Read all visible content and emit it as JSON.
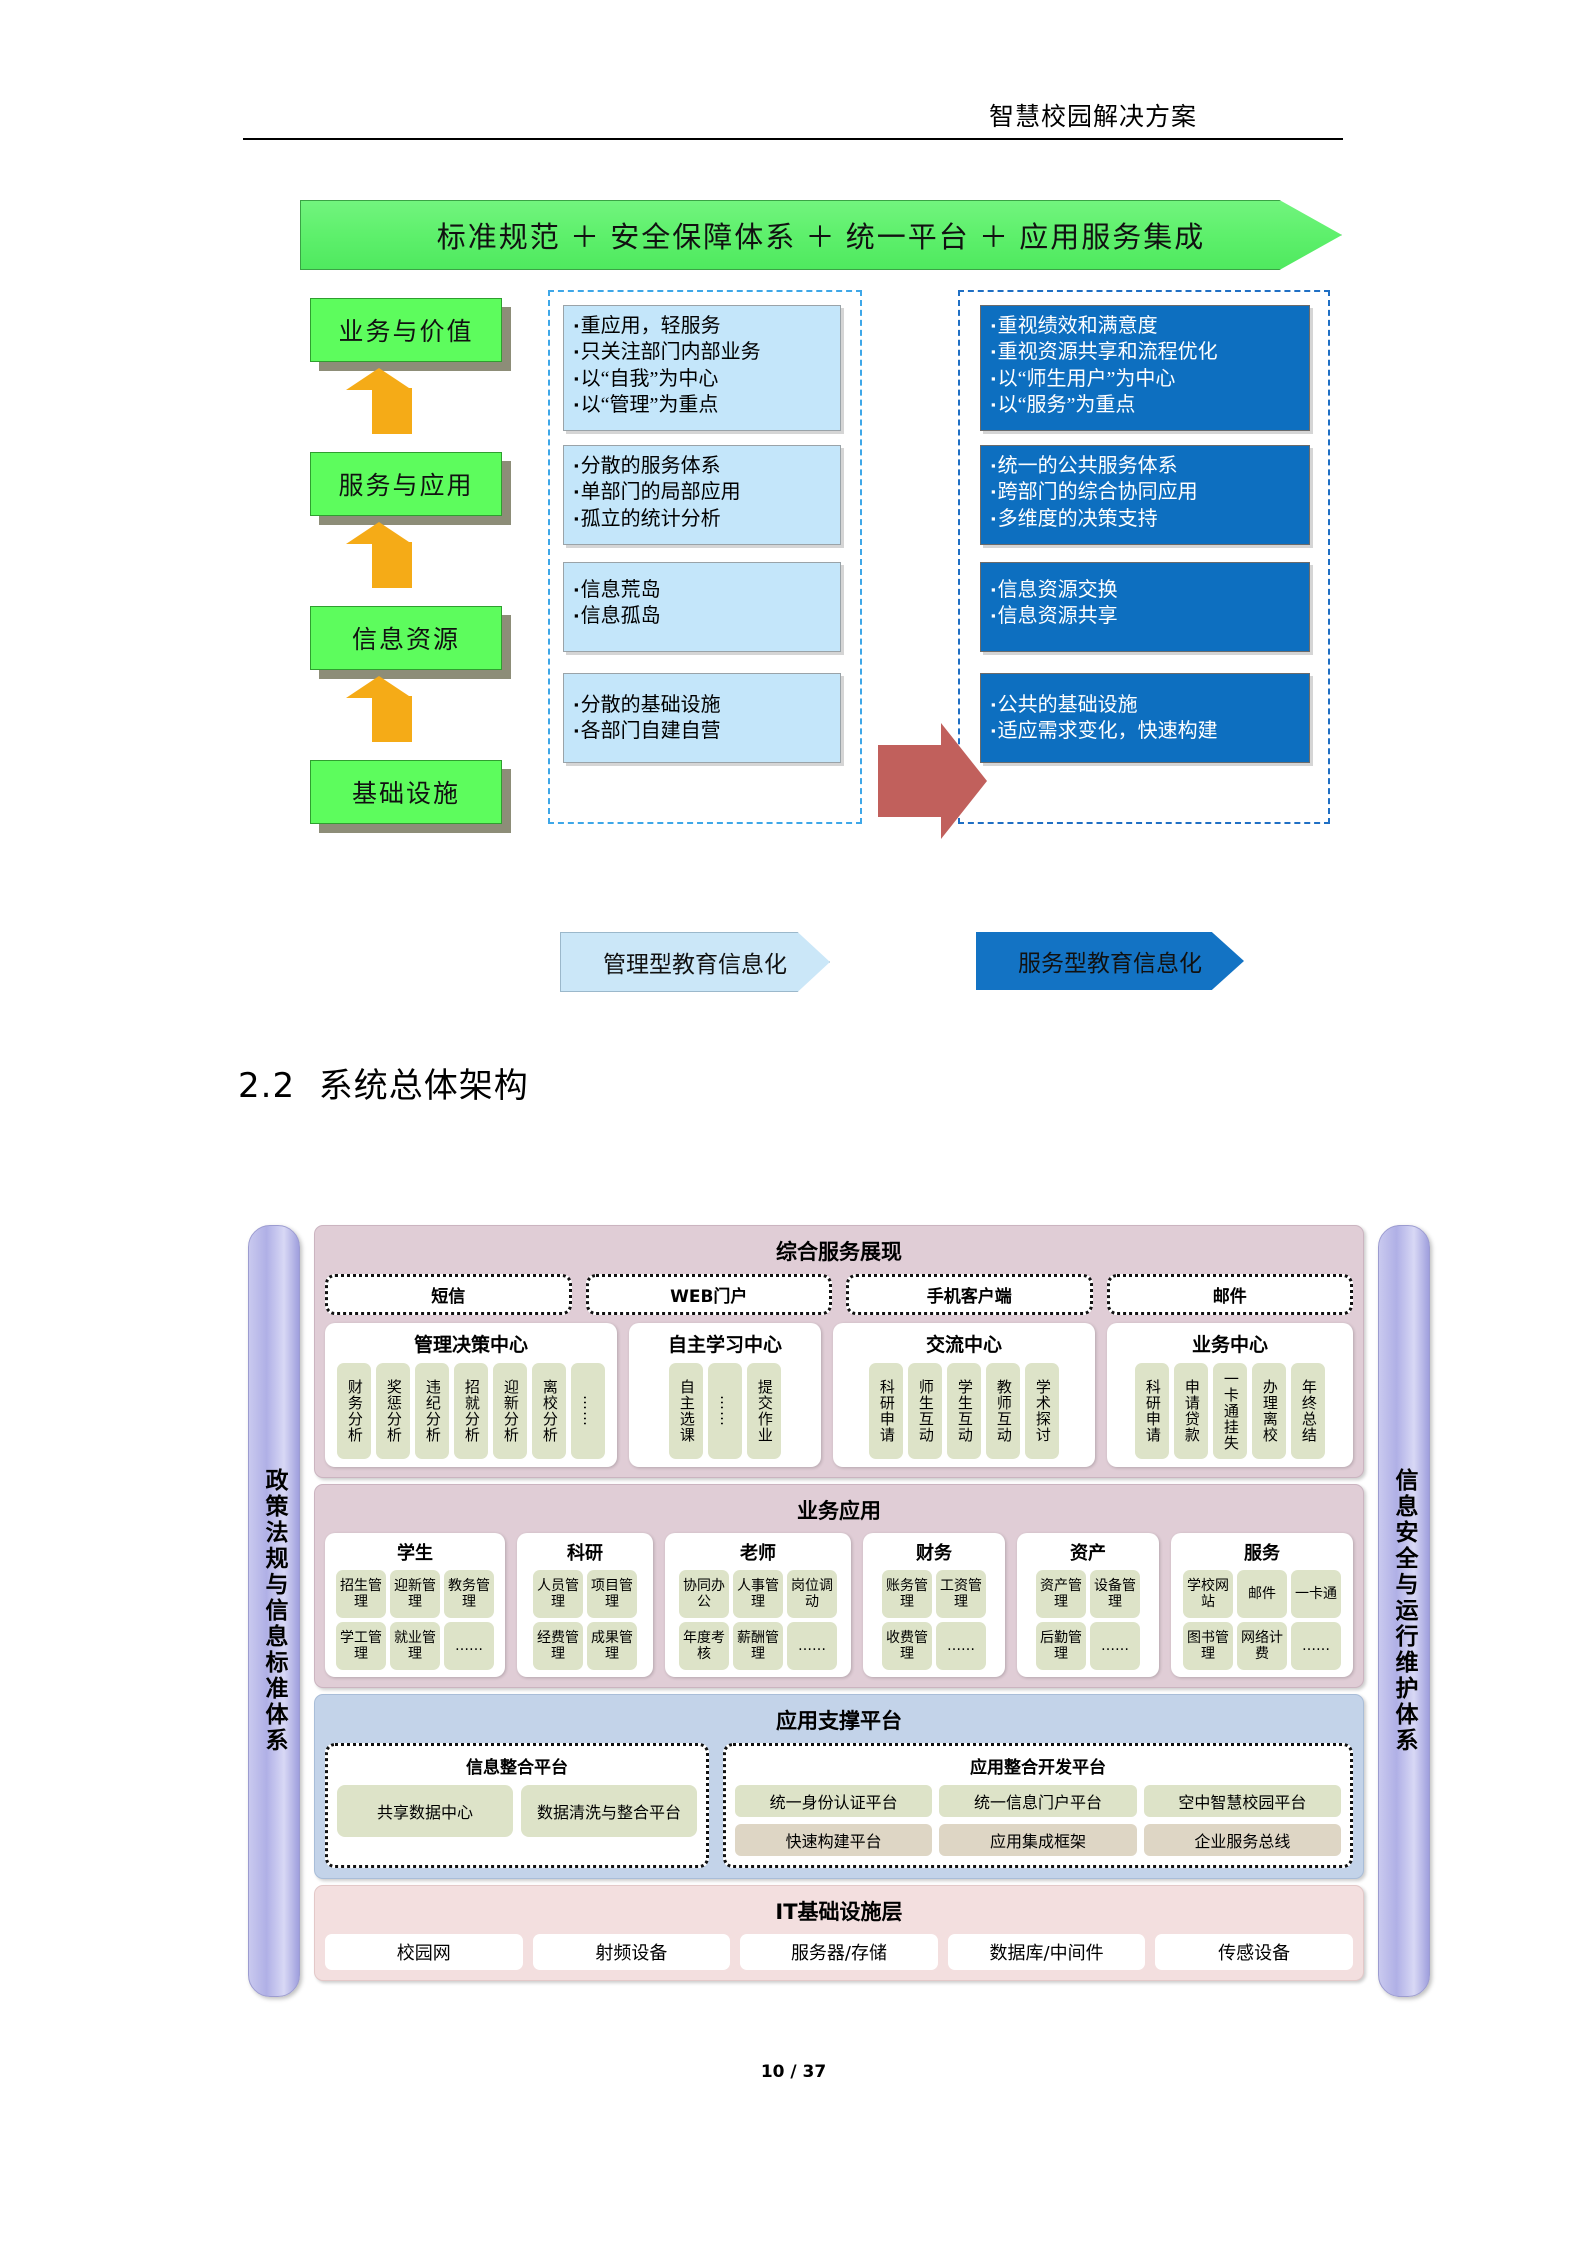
{
  "header": {
    "title": "智慧校园解决方案"
  },
  "figure1": {
    "banner": "标准规范 ＋ 安全保障体系 ＋ 统一平台 ＋ 应用服务集成",
    "layers": [
      {
        "label": "业务与价值"
      },
      {
        "label": "服务与应用"
      },
      {
        "label": "信息资源"
      },
      {
        "label": "基础设施"
      }
    ],
    "left_boxes": [
      {
        "items": [
          "重应用，轻服务",
          "只关注部门内部业务",
          "以“自我”为中心",
          "以“管理”为重点"
        ]
      },
      {
        "items": [
          "分散的服务体系",
          "单部门的局部应用",
          "孤立的统计分析"
        ]
      },
      {
        "items": [
          "信息荒岛",
          "信息孤岛"
        ]
      },
      {
        "items": [
          "分散的基础设施",
          "各部门自建自营"
        ]
      }
    ],
    "right_boxes": [
      {
        "items": [
          "重视绩效和满意度",
          "重视资源共享和流程优化",
          "以“师生用户”为中心",
          "以“服务”为重点"
        ]
      },
      {
        "items": [
          "统一的公共服务体系",
          "跨部门的综合协同应用",
          "多维度的决策支持"
        ]
      },
      {
        "items": [
          "信息资源交换",
          "信息资源共享"
        ]
      },
      {
        "items": [
          "公共的基础设施",
          "适应需求变化，快速构建"
        ]
      }
    ],
    "tag_left": "管理型教育信息化",
    "tag_right": "服务型教育信息化"
  },
  "section": {
    "number": "2.2",
    "title": "系统总体架构"
  },
  "figure2": {
    "sidebar_left": "政策法规与信息标准体系",
    "sidebar_right": "信息安全与运行维护体系",
    "presentation": {
      "title": "综合服务展现",
      "channels": [
        "短信",
        "WEB门户",
        "手机客户端",
        "邮件"
      ],
      "centers": [
        {
          "title": "管理决策中心",
          "items": [
            "财务分析",
            "奖惩分析",
            "违纪分析",
            "招就分析",
            "迎新分析",
            "离校分析",
            "……"
          ]
        },
        {
          "title": "自主学习中心",
          "items": [
            "自主选课",
            "……",
            "提交作业"
          ]
        },
        {
          "title": "交流中心",
          "items": [
            "科研申请",
            "师生互动",
            "学生互动",
            "教师互动",
            "学术探讨"
          ]
        },
        {
          "title": "业务中心",
          "items": [
            "科研申请",
            "申请贷款",
            "一卡通挂失",
            "办理离校",
            "年终总结"
          ]
        }
      ]
    },
    "business": {
      "title": "业务应用",
      "groups": [
        {
          "title": "学生",
          "items": [
            "招生管理",
            "迎新管理",
            "教务管理",
            "学工管理",
            "就业管理",
            "……"
          ]
        },
        {
          "title": "科研",
          "items": [
            "人员管理",
            "项目管理",
            "经费管理",
            "成果管理"
          ]
        },
        {
          "title": "老师",
          "items": [
            "协同办公",
            "人事管理",
            "岗位调动",
            "年度考核",
            "薪酬管理",
            "……"
          ]
        },
        {
          "title": "财务",
          "items": [
            "账务管理",
            "工资管理",
            "收费管理",
            "……"
          ]
        },
        {
          "title": "资产",
          "items": [
            "资产管理",
            "设备管理",
            "后勤管理",
            "……"
          ]
        },
        {
          "title": "服务",
          "items": [
            "学校网站",
            "邮件",
            "一卡通",
            "图书管理",
            "网络计费",
            "……"
          ]
        }
      ]
    },
    "support": {
      "title": "应用支撑平台",
      "info_platform": {
        "title": "信息整合平台",
        "items": [
          "共享数据中心",
          "数据清洗与整合平台"
        ]
      },
      "app_platform": {
        "title": "应用整合开发平台",
        "row1": [
          "统一身份认证平台",
          "统一信息门户平台",
          "空中智慧校园平台"
        ],
        "row2": [
          "快速构建平台",
          "应用集成框架",
          "企业服务总线"
        ]
      }
    },
    "infrastructure": {
      "title": "IT基础设施层",
      "items": [
        "校园网",
        "射频设备",
        "服务器/存储",
        "数据库/中间件",
        "传感设备"
      ]
    }
  },
  "footer": {
    "page": "10 / 37"
  }
}
